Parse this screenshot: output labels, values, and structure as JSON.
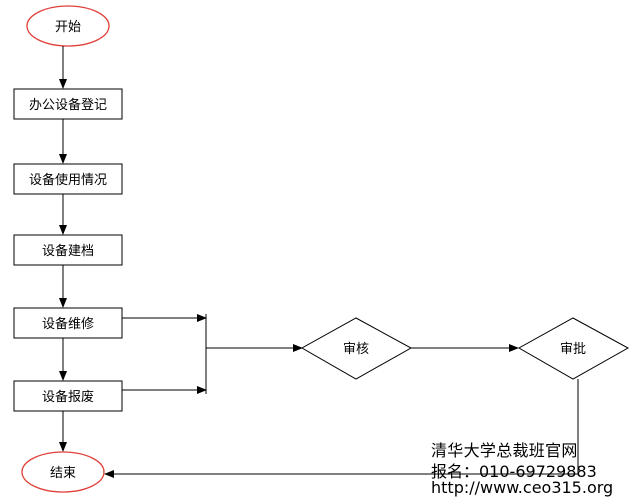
{
  "nodes": {
    "start": "开始",
    "register": "办公设备登记",
    "usage": "设备使用情况",
    "archive": "设备建档",
    "maintenance": "设备维修",
    "scrap": "设备报废",
    "review": "审核",
    "approve": "审批",
    "end": "结束"
  },
  "watermark": {
    "line1": "清华大学总裁班官网",
    "line2": "报名：010-69729883",
    "line3": "http://www.ceo315.org"
  },
  "colors": {
    "terminal_border": "#e0403a",
    "line": "#000000"
  }
}
